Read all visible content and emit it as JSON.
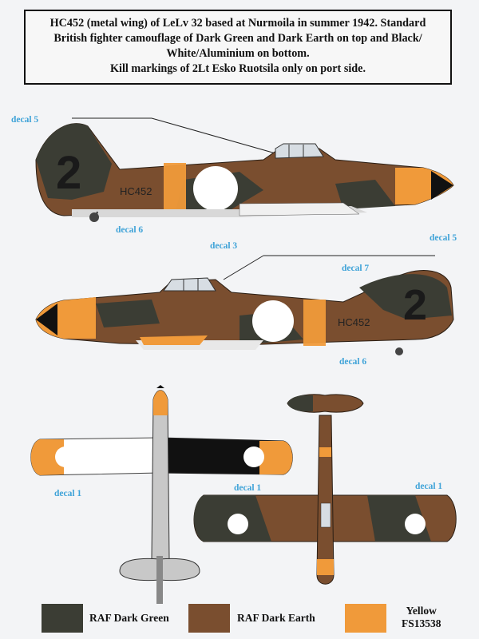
{
  "caption": {
    "lines": [
      "HC452 (metal wing) of LeLv 32 based at Nurmoila in summer 1942. Standard",
      "British fighter camouflage of Dark Green and Dark Earth on top and Black/",
      "White/Aluminium on bottom.",
      "Kill markings of 2Lt Esko Ruotsila only on port side."
    ]
  },
  "aircraft": {
    "code_number": "2",
    "serial": "HC452"
  },
  "decals": {
    "d5_top": "decal 5",
    "d6_top": "decal 6",
    "d3": "decal 3",
    "d7": "decal 7",
    "d5_right": "decal 5",
    "d6_bottom": "decal 6",
    "d1_left": "decal 1",
    "d1_mid": "decal 1",
    "d1_right": "decal 1"
  },
  "legend": [
    {
      "label": "RAF Dark Green",
      "color": "#3b3d34"
    },
    {
      "label": "RAF Dark Earth",
      "color": "#7a4e2f"
    },
    {
      "label": "Yellow",
      "sub": "FS13538",
      "color": "#f09a3a"
    }
  ],
  "colors": {
    "dark_green": "#3b3d34",
    "dark_earth": "#7a4e2f",
    "yellow": "#f09a3a",
    "black": "#111111",
    "white": "#ffffff",
    "aluminium": "#c8c8c8",
    "decal_text": "#3fa3d8"
  }
}
